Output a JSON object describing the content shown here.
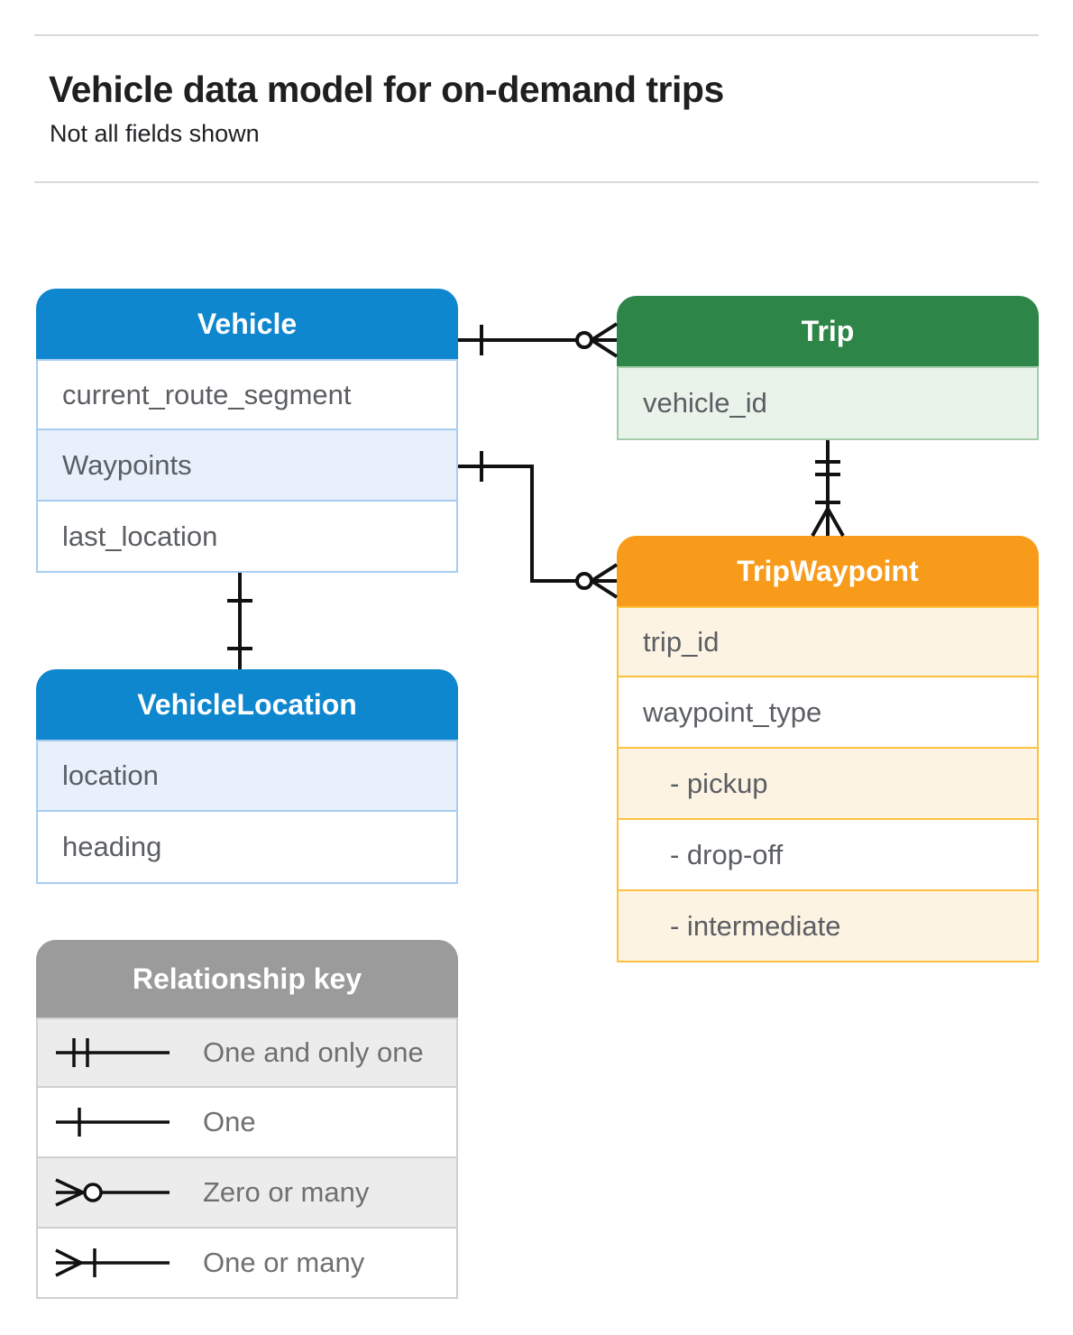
{
  "page": {
    "title": "Vehicle data model for on-demand trips",
    "subtitle": "Not all fields shown"
  },
  "entities": {
    "vehicle": {
      "name": "Vehicle",
      "rows": [
        {
          "label": "current_route_segment"
        },
        {
          "label": "Waypoints"
        },
        {
          "label": "last_location"
        }
      ]
    },
    "trip": {
      "name": "Trip",
      "rows": [
        {
          "label": "vehicle_id"
        }
      ]
    },
    "trip_waypoint": {
      "name": "TripWaypoint",
      "rows": [
        {
          "label": "trip_id"
        },
        {
          "label": "waypoint_type"
        },
        {
          "label": "- pickup"
        },
        {
          "label": "- drop-off"
        },
        {
          "label": "- intermediate"
        }
      ]
    },
    "vehicle_location": {
      "name": "VehicleLocation",
      "rows": [
        {
          "label": "location"
        },
        {
          "label": "heading"
        }
      ]
    }
  },
  "legend": {
    "title": "Relationship key",
    "items": [
      {
        "symbol": "one-and-only-one",
        "label": "One and only one"
      },
      {
        "symbol": "one",
        "label": "One"
      },
      {
        "symbol": "zero-or-many",
        "label": "Zero or many"
      },
      {
        "symbol": "one-or-many",
        "label": "One or many"
      }
    ]
  },
  "colors": {
    "blue_header": "#0e87cf",
    "blue_row": "#e7f0fb",
    "blue_border": "#a9cdf1",
    "green_header": "#2e8548",
    "green_row": "#e9f3ea",
    "green_border": "#a3ccab",
    "orange_header": "#f89b1b",
    "orange_row": "#fdf3e3",
    "orange_border": "#fcc13e",
    "gray_header": "#9b9b9b",
    "gray_row": "#ececec",
    "connector": "#111111",
    "text": "#5b5e63"
  }
}
